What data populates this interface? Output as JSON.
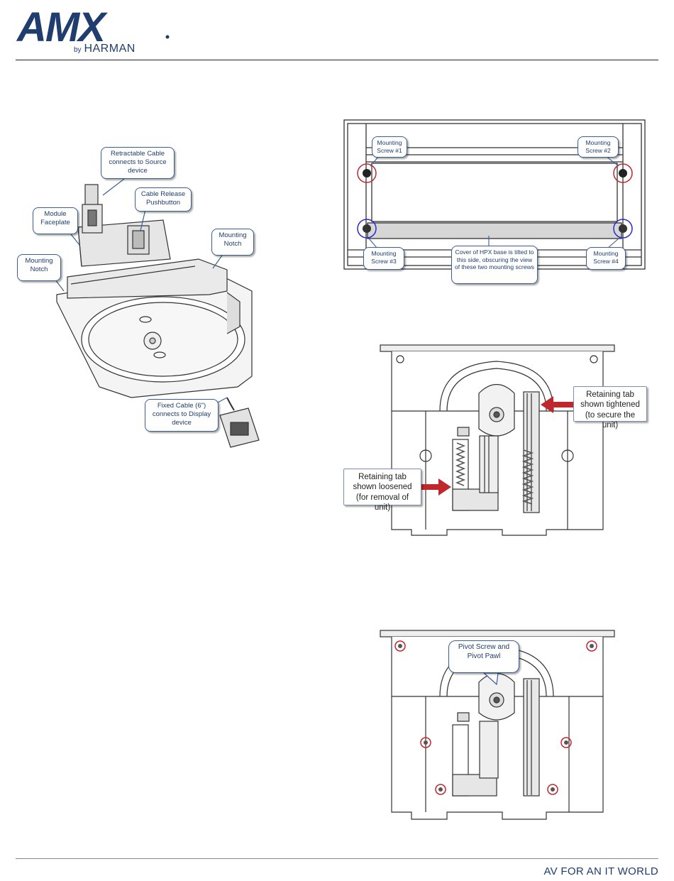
{
  "header": {
    "logo_text": "AMX",
    "logo_by": "by",
    "logo_brand": "HARMAN"
  },
  "footer": {
    "tagline": "AV FOR AN IT WORLD"
  },
  "figure1": {
    "callouts": {
      "retractable": "Retractable Cable connects to Source device",
      "release": "Cable Release Pushbutton",
      "faceplate": "Module Faceplate",
      "notch_right": "Mounting Notch",
      "notch_left": "Mounting Notch",
      "fixed": "Fixed Cable (6\") connects to Display device"
    }
  },
  "figure2": {
    "callouts": {
      "screw1": "Mounting Screw #1",
      "screw2": "Mounting Screw #2",
      "screw3": "Mounting Screw #3",
      "screw4": "Mounting Screw #4",
      "cover": "Cover of HPX base is tilted to this side, obscuring the view of these two mounting screws"
    }
  },
  "figure3": {
    "callouts": {
      "tightened": "Retaining tab shown tightened (to secure the unit)",
      "loosened": "Retaining tab shown loosened (for removal of unit)"
    }
  },
  "figure4": {
    "callouts": {
      "pivot": "Pivot Screw and Pivot Pawl"
    }
  },
  "colors": {
    "brand": "#1f3d6e",
    "callout_border": "#3b5f95",
    "marker_red": "#c0272d",
    "marker_blue": "#2a2ad0"
  }
}
